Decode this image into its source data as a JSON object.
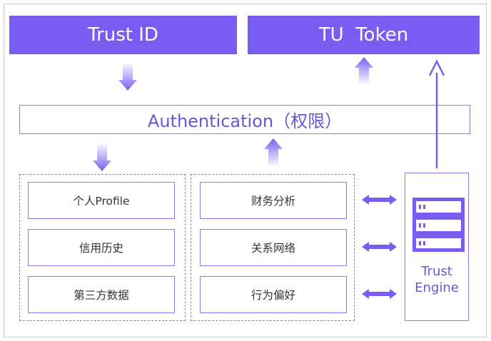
{
  "top": {
    "left_label": "Trust ID",
    "right_label": "TU  Token"
  },
  "auth": {
    "label": "Authentication（权限）"
  },
  "left_group": {
    "items": [
      "个人Profile",
      "信用历史",
      "第三方数据"
    ]
  },
  "mid_group": {
    "items": [
      "财务分析",
      "关系网络",
      "行为偏好"
    ]
  },
  "engine": {
    "line1": "Trust",
    "line2": "Engine",
    "icon": "server-icon"
  },
  "colors": {
    "accent": "#7b5cf3",
    "border": "#8e78f0",
    "text_accent": "#6a55d8"
  }
}
